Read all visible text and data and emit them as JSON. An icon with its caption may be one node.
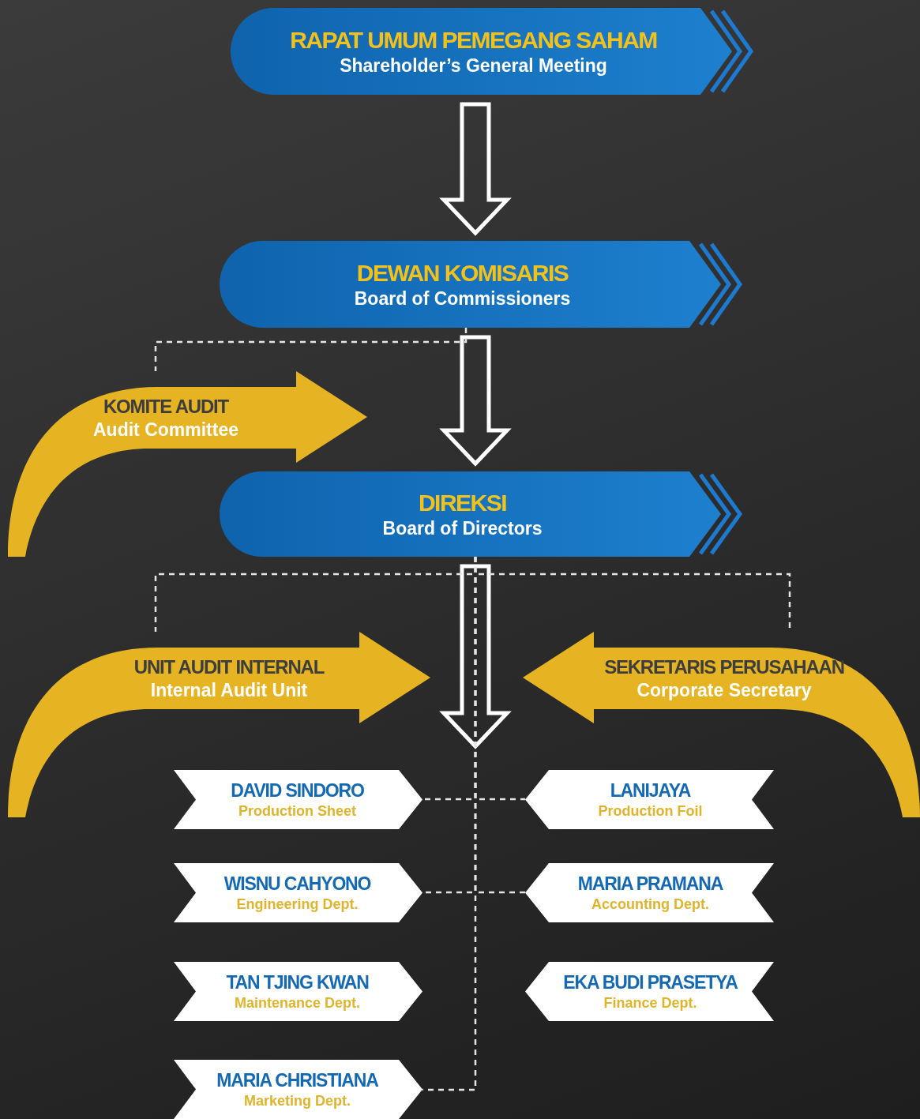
{
  "diagram": {
    "nodes": [
      {
        "text": [
          "RAPAT UMUM PEMEGANG SAHAM",
          "Shareholder’s General Meeting"
        ]
      },
      {
        "text": [
          "DEWAN KOMISARIS",
          "Board of Commissioners"
        ]
      },
      {
        "text": [
          "KOMITE AUDIT",
          "Audit Committee"
        ]
      },
      {
        "text": [
          "DIREKSI",
          "Board of Directors"
        ]
      },
      {
        "text": [
          "UNIT AUDIT INTERNAL",
          "Internal Audit Unit"
        ]
      },
      {
        "text": [
          "SEKRETARIS PERUSAHAAN",
          "Corporate Secretary"
        ]
      },
      {
        "text": [
          "DAVID SINDORO",
          "Production Sheet"
        ]
      },
      {
        "text": [
          "LANIJAYA",
          "Production Foil"
        ]
      },
      {
        "text": [
          "WISNU CAHYONO",
          "Engineering Dept."
        ]
      },
      {
        "text": [
          "MARIA PRAMANA",
          "Accounting Dept."
        ]
      },
      {
        "text": [
          "TAN TJING KWAN",
          "Maintenance Dept."
        ]
      },
      {
        "text": [
          "EKA BUDI PRASETYA",
          "Finance Dept."
        ]
      },
      {
        "text": [
          "MARIA CHRISTIANA",
          "Marketing Dept."
        ]
      }
    ],
    "edges": [
      {
        "from": 0,
        "to": 1,
        "arrow": "to",
        "style": "thick"
      },
      {
        "from": 1,
        "to": 3,
        "arrow": "to",
        "style": "thick"
      },
      {
        "from": 1,
        "to": 2,
        "arrow": "none",
        "style": "dashed"
      },
      {
        "from": 3,
        "to": null,
        "arrow": "to",
        "style": "thick"
      },
      {
        "from": 3,
        "to": 4,
        "arrow": "none",
        "style": "dashed"
      },
      {
        "from": 3,
        "to": 5,
        "arrow": "none",
        "style": "dashed"
      },
      {
        "from": 3,
        "to": 6,
        "arrow": "none",
        "style": "dashed"
      },
      {
        "from": 3,
        "to": 7,
        "arrow": "none",
        "style": "dashed"
      },
      {
        "from": 3,
        "to": 8,
        "arrow": "none",
        "style": "dashed"
      },
      {
        "from": 3,
        "to": 9,
        "arrow": "none",
        "style": "dashed"
      },
      {
        "from": 3,
        "to": 12,
        "arrow": "none",
        "style": "dashed"
      }
    ]
  }
}
